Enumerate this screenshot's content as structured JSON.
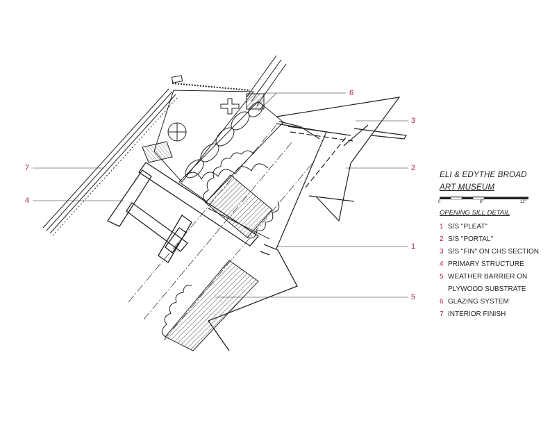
{
  "drawing": {
    "title_line_1": "ELI & EDYTHE BROAD",
    "title_line_2": "ART MUSEUM",
    "subtitle": "OPENING SILL DETAIL",
    "scale_ticks": [
      "0",
      "6\"",
      "12\""
    ],
    "line_color": "#231f20",
    "accent_color": "#b0174b"
  },
  "callouts": [
    {
      "num": "6"
    },
    {
      "num": "3"
    },
    {
      "num": "7"
    },
    {
      "num": "2"
    },
    {
      "num": "4"
    },
    {
      "num": "1"
    },
    {
      "num": "5"
    }
  ],
  "legend": [
    {
      "num": "1",
      "label": "S/S \"PLEAT\""
    },
    {
      "num": "2",
      "label": "S/S \"PORTAL\""
    },
    {
      "num": "3",
      "label": "S/S \"FIN\" ON CHS SECTION"
    },
    {
      "num": "4",
      "label": "PRIMARY STRUCTURE"
    },
    {
      "num": "5",
      "label": "WEATHER BARRIER ON",
      "continuation": "PLYWOOD SUBSTRATE"
    },
    {
      "num": "6",
      "label": "GLAZING SYSTEM"
    },
    {
      "num": "7",
      "label": "INTERIOR FINISH"
    }
  ]
}
